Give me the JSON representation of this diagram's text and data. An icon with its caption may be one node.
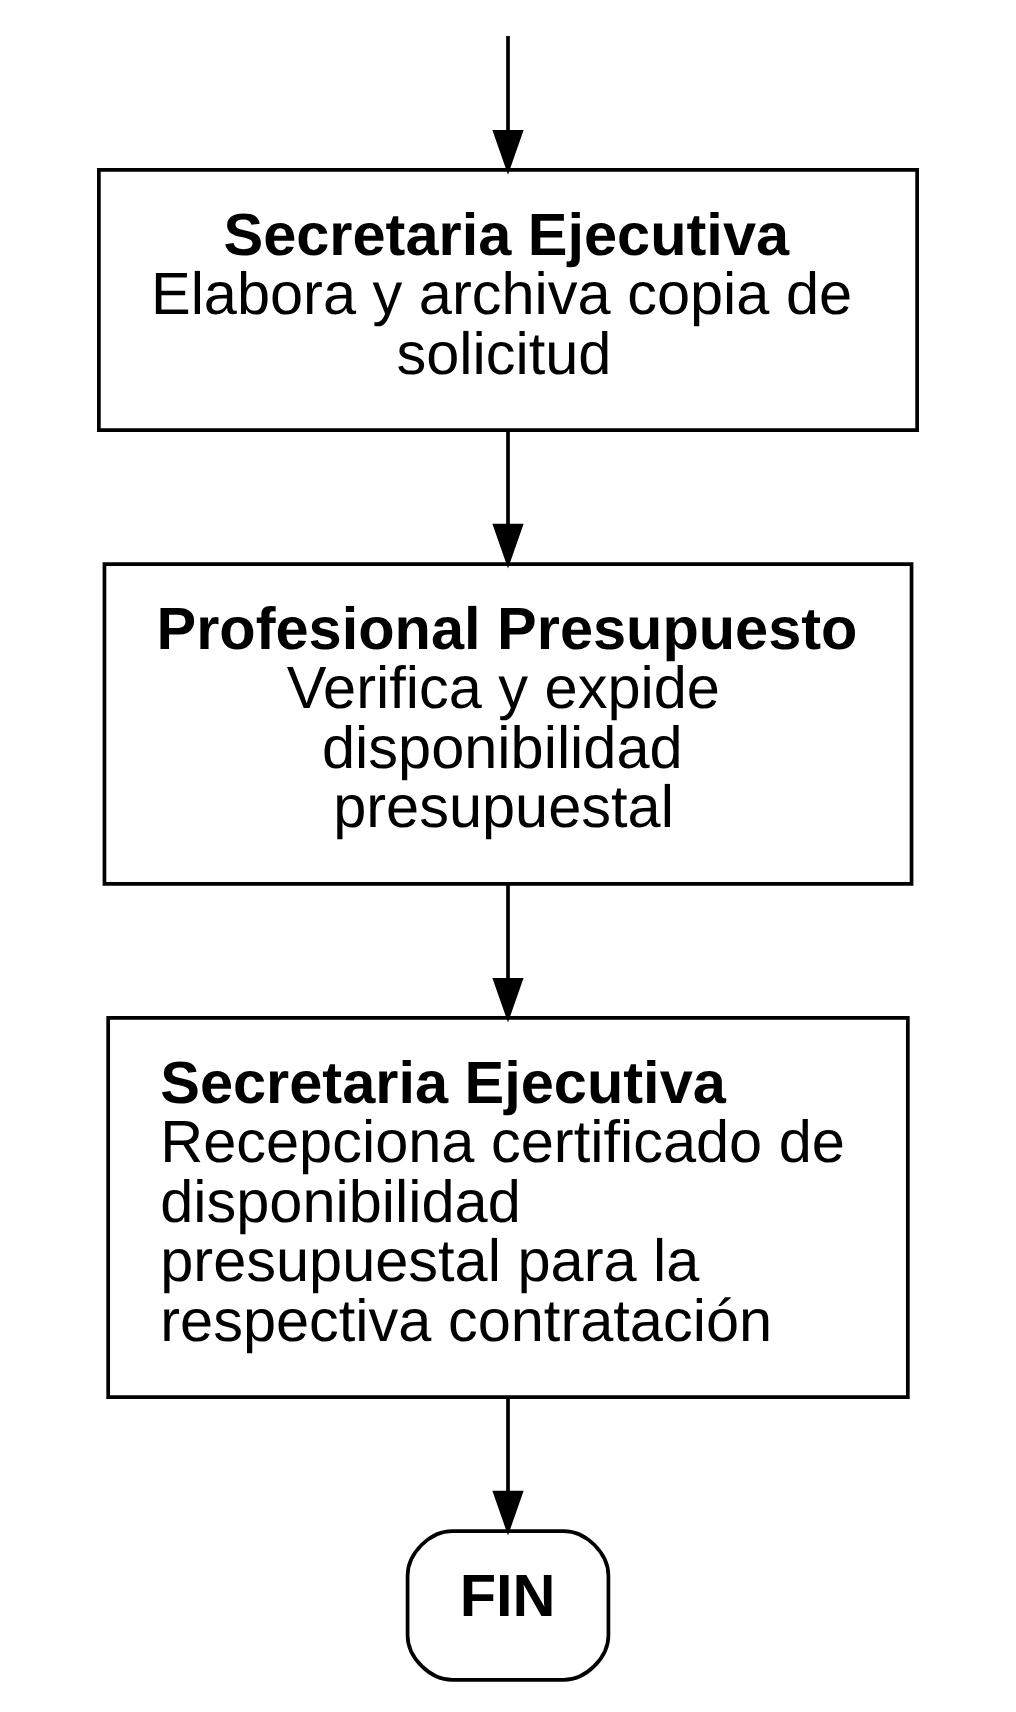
{
  "diagram": {
    "nodes": [
      {
        "text": [
          "Secretaria Ejecutiva",
          "Elabora y archiva copia de solicitud"
        ]
      },
      {
        "text": [
          "Profesional Presupuesto",
          "Verifica y expide disponibilidad presupuestal"
        ]
      },
      {
        "text": [
          "Secretaria Ejecutiva",
          "Recepciona certificado de disponibilidad presupuestal para la respectiva contratación"
        ]
      },
      {
        "text": [
          "FIN"
        ]
      }
    ],
    "edges": [
      {
        "from": null,
        "to": 0,
        "arrow": "to"
      },
      {
        "from": 0,
        "to": 1,
        "arrow": "to"
      },
      {
        "from": 1,
        "to": 2,
        "arrow": "to"
      },
      {
        "from": 2,
        "to": 3,
        "arrow": "to"
      }
    ]
  }
}
